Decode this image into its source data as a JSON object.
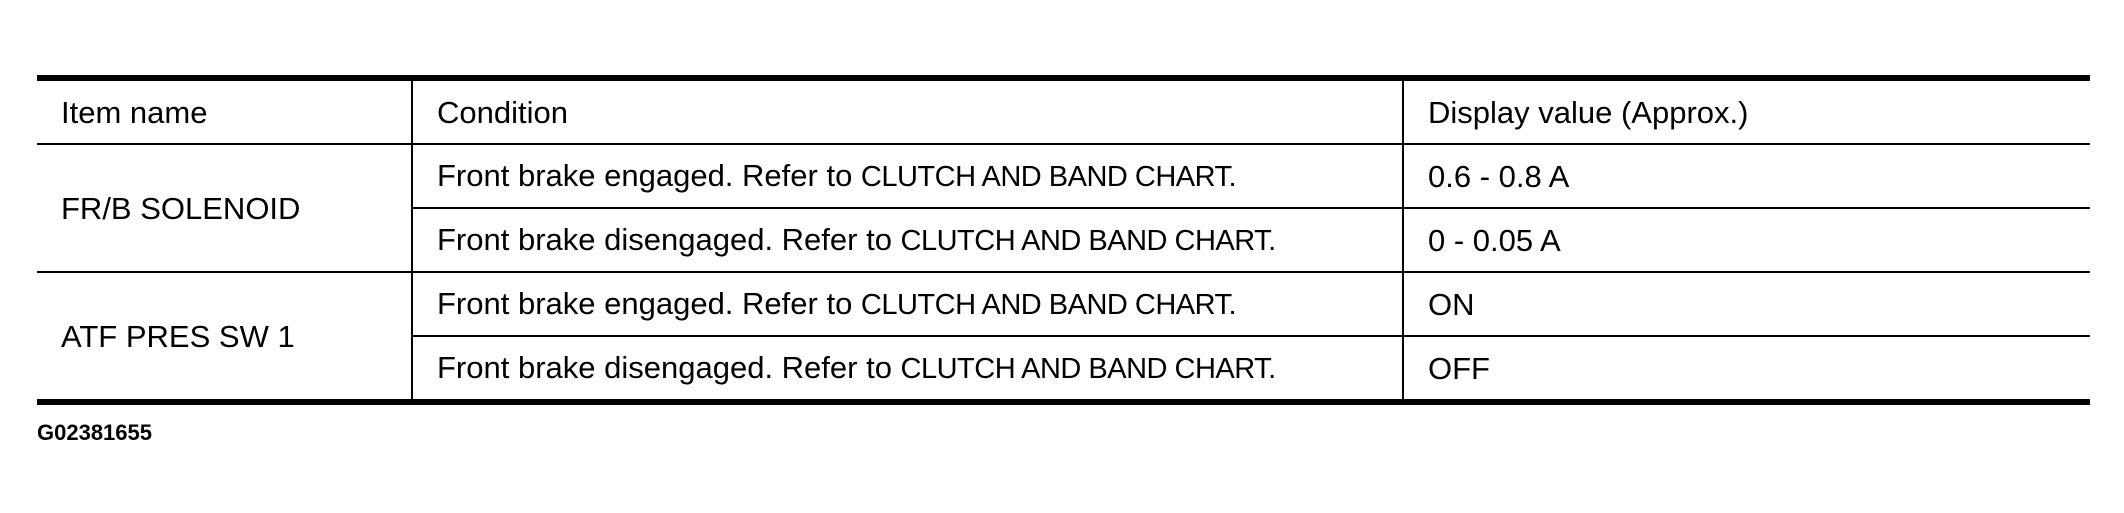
{
  "table": {
    "headers": {
      "item_name": "Item name",
      "condition": "Condition",
      "display_value": "Display value (Approx.)"
    },
    "groups": [
      {
        "item": "FR/B SOLENOID",
        "rows": [
          {
            "condition": "Front brake engaged. Refer to ",
            "reference": "CLUTCH AND BAND CHART.",
            "value": "0.6 - 0.8 A"
          },
          {
            "condition": "Front brake disengaged. Refer to ",
            "reference": "CLUTCH AND BAND CHART.",
            "value": "0 - 0.05 A"
          }
        ]
      },
      {
        "item": "ATF PRES SW 1",
        "rows": [
          {
            "condition": "Front brake engaged. Refer to ",
            "reference": "CLUTCH AND BAND CHART.",
            "value": "ON"
          },
          {
            "condition": "Front brake disengaged. Refer to ",
            "reference": "CLUTCH AND BAND CHART.",
            "value": "OFF"
          }
        ]
      }
    ]
  },
  "figure_id": "G02381655"
}
